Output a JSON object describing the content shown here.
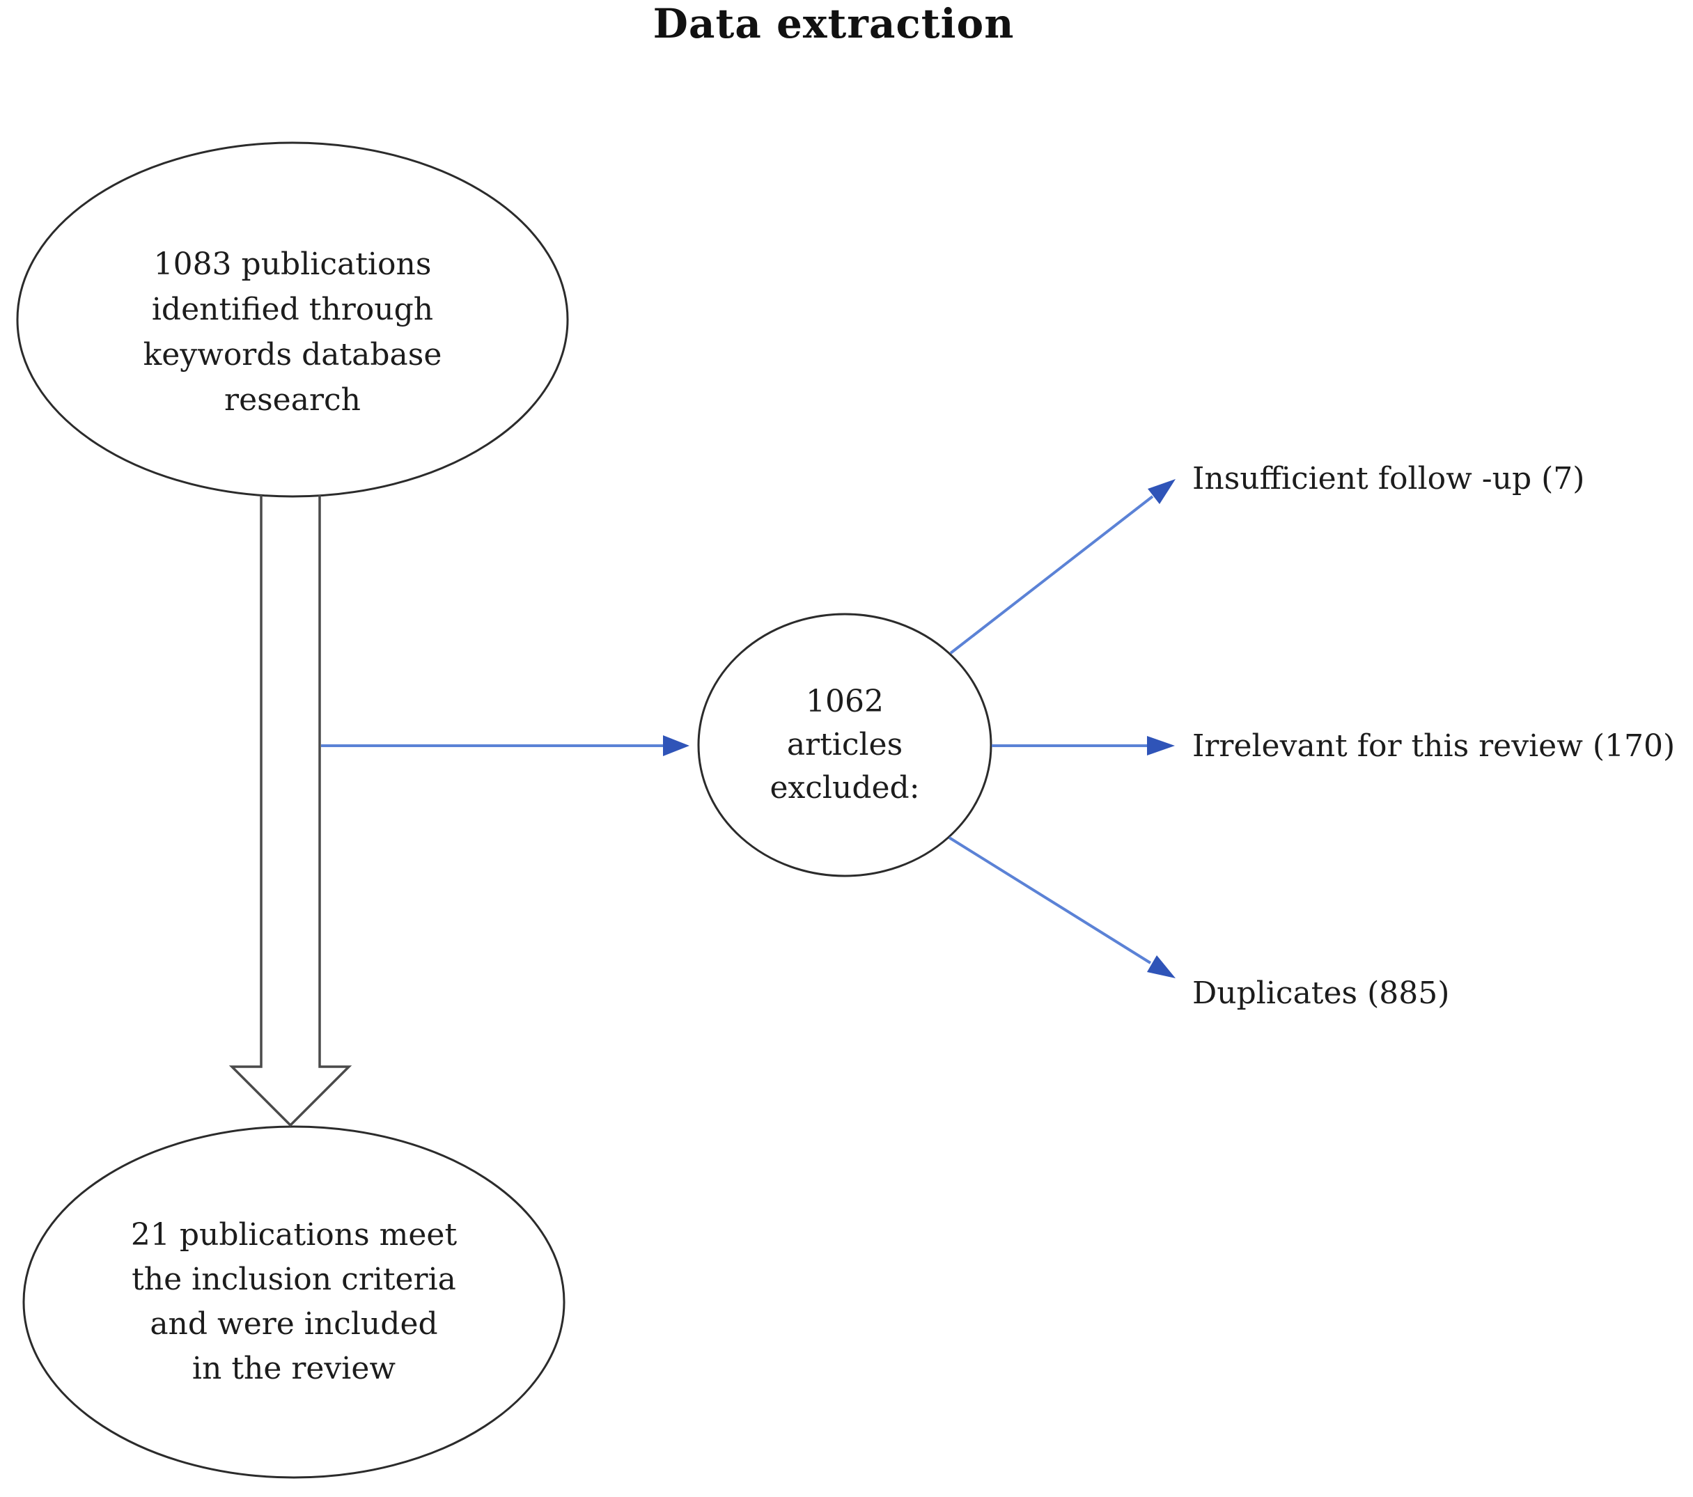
{
  "title": "Data extraction",
  "nodes": {
    "identified": {
      "lines": [
        "1083 publications",
        "identified through",
        "keywords database",
        "research"
      ]
    },
    "excluded": {
      "lines": [
        "1062",
        "articles",
        "excluded:"
      ]
    },
    "included": {
      "lines": [
        "21 publications meet",
        "the inclusion criteria",
        "and were included",
        "in the review"
      ]
    }
  },
  "exclusion_reasons": [
    {
      "label": "Insufficient follow -up (7)"
    },
    {
      "label": "Irrelevant for this review (170)"
    },
    {
      "label": "Duplicates (885)"
    }
  ],
  "colors": {
    "outline": "#2b2b2b",
    "block_arrow": "#4a4a4a",
    "arrow_blue": "#5b82d6",
    "arrowhead_blue": "#2f54b8",
    "text": "#1c1c1c"
  }
}
